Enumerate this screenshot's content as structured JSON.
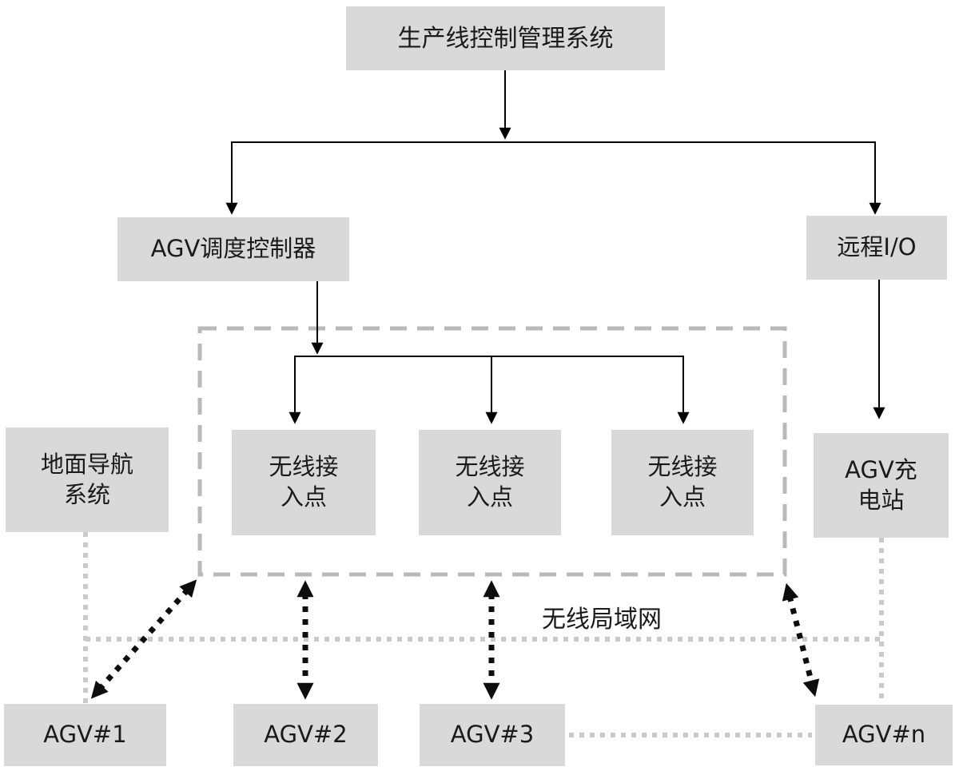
{
  "colors": {
    "background": "#ffffff",
    "node_fill": "#d9d9d9",
    "node_text": "#1a1a1a",
    "solid_line": "#000000",
    "dashed_zone_border": "#b9b9b9",
    "dotted_gray_link": "#cacaca",
    "dotted_black_arrow": "#0d0d0d"
  },
  "nodes": {
    "production_control": {
      "label": "生产线控制管理系统"
    },
    "agv_dispatcher": {
      "label": "AGV调度控制器"
    },
    "remote_io": {
      "label": "远程I/O"
    },
    "wireless_ap_1": {
      "label": "无线接\n入点"
    },
    "wireless_ap_2": {
      "label": "无线接\n入点"
    },
    "wireless_ap_3": {
      "label": "无线接\n入点"
    },
    "ground_navigation": {
      "label": "地面导航\n系统"
    },
    "agv_charging_station": {
      "label": "AGV充\n电站"
    },
    "agv_1": {
      "label": "AGV#1"
    },
    "agv_2": {
      "label": "AGV#2"
    },
    "agv_3": {
      "label": "AGV#3"
    },
    "agv_n": {
      "label": "AGV#n"
    }
  },
  "labels": {
    "wlan_zone": "无线局域网"
  },
  "edges": [
    {
      "from": "production_control",
      "to": "agv_dispatcher",
      "style": "solid-arrow"
    },
    {
      "from": "production_control",
      "to": "remote_io",
      "style": "solid-arrow"
    },
    {
      "from": "agv_dispatcher",
      "to": "wireless_ap_1",
      "style": "solid-arrow"
    },
    {
      "from": "agv_dispatcher",
      "to": "wireless_ap_2",
      "style": "solid-arrow"
    },
    {
      "from": "agv_dispatcher",
      "to": "wireless_ap_3",
      "style": "solid-arrow"
    },
    {
      "from": "remote_io",
      "to": "agv_charging_station",
      "style": "solid-arrow"
    },
    {
      "from": "wlan_zone",
      "to": "agv_1",
      "style": "dotted-double-arrow"
    },
    {
      "from": "wlan_zone",
      "to": "agv_2",
      "style": "dotted-double-arrow"
    },
    {
      "from": "wlan_zone",
      "to": "agv_3",
      "style": "dotted-double-arrow"
    },
    {
      "from": "wlan_zone",
      "to": "agv_n",
      "style": "dotted-double-arrow"
    },
    {
      "from": "ground_navigation",
      "to": "agv_1",
      "style": "gray-dotted-link"
    },
    {
      "from": "ground_navigation",
      "to": "agv_charging_station",
      "style": "gray-dotted-link"
    },
    {
      "from": "agv_charging_station",
      "to": "agv_n",
      "style": "gray-dotted-link"
    },
    {
      "from": "agv_3",
      "to": "agv_n",
      "style": "gray-dotted-ellipsis"
    }
  ],
  "zone": {
    "contains": [
      "wireless_ap_1",
      "wireless_ap_2",
      "wireless_ap_3"
    ],
    "border": "gray-dashed-rectangle"
  }
}
